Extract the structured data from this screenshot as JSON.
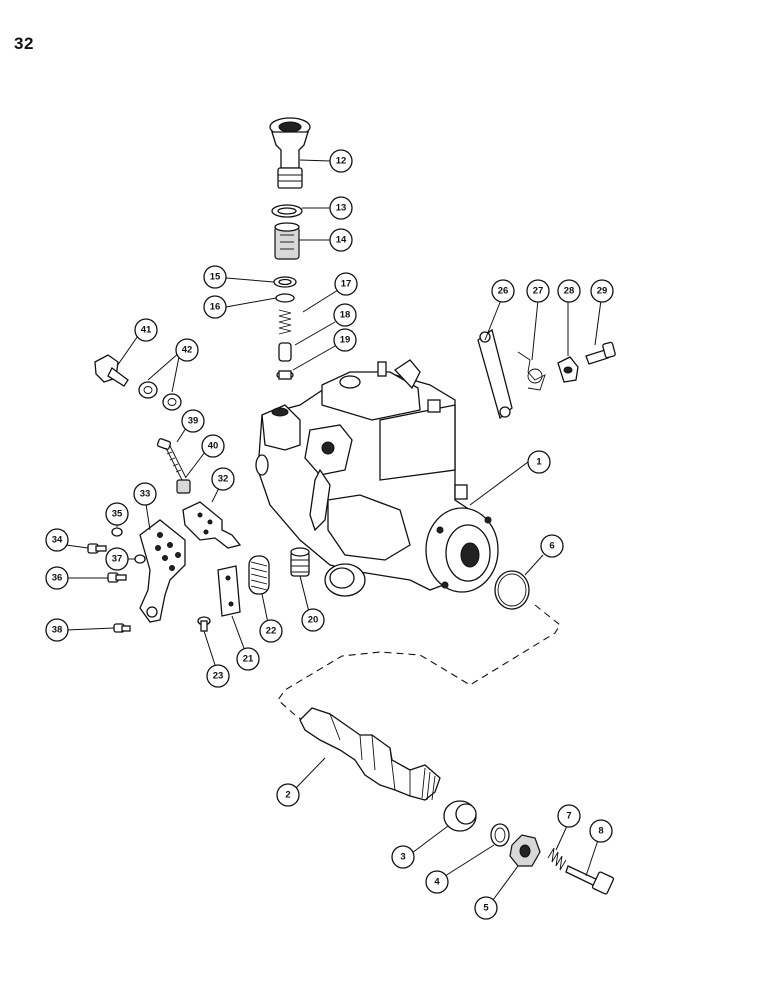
{
  "page_number": "32",
  "callouts": [
    {
      "label": "1"
    },
    {
      "label": "2"
    },
    {
      "label": "3"
    },
    {
      "label": "4"
    },
    {
      "label": "5"
    },
    {
      "label": "6"
    },
    {
      "label": "7"
    },
    {
      "label": "8"
    },
    {
      "label": "12"
    },
    {
      "label": "13"
    },
    {
      "label": "14"
    },
    {
      "label": "15"
    },
    {
      "label": "16"
    },
    {
      "label": "17"
    },
    {
      "label": "18"
    },
    {
      "label": "19"
    },
    {
      "label": "20"
    },
    {
      "label": "21"
    },
    {
      "label": "22"
    },
    {
      "label": "23"
    },
    {
      "label": "26"
    },
    {
      "label": "27"
    },
    {
      "label": "28"
    },
    {
      "label": "29"
    },
    {
      "label": "32"
    },
    {
      "label": "33"
    },
    {
      "label": "34"
    },
    {
      "label": "35"
    },
    {
      "label": "36"
    },
    {
      "label": "37"
    },
    {
      "label": "38"
    },
    {
      "label": "39"
    },
    {
      "label": "40"
    },
    {
      "label": "41"
    },
    {
      "label": "42"
    }
  ]
}
